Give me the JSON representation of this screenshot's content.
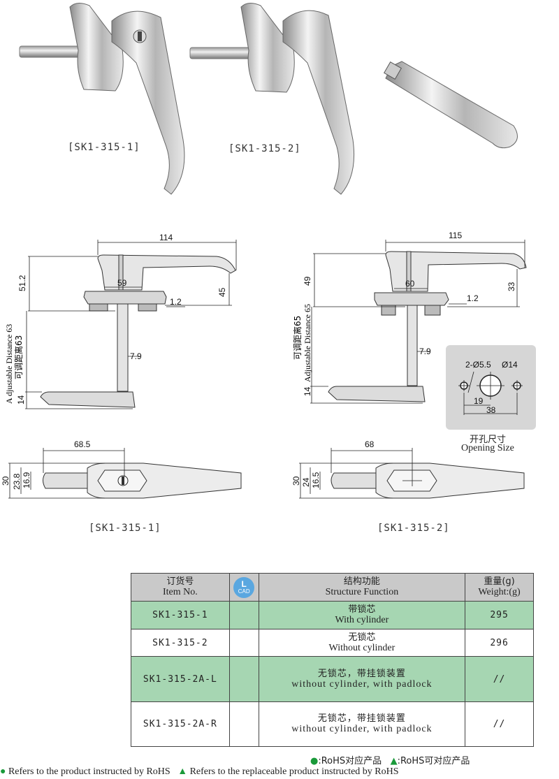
{
  "photos": {
    "labels": [
      "[SK1-315-1]",
      "[SK1-315-2]"
    ]
  },
  "drawing_left": {
    "dims": {
      "width": "114",
      "height": "51.2",
      "base": "59",
      "drop": "45",
      "plate": "1.2",
      "shaft": "7.9",
      "cam": "14"
    },
    "adjustable_en": "A djustable Distance 63",
    "adjustable_cn": "可调距离63",
    "top_view": {
      "len": "68.5",
      "h1": "30",
      "h2": "23.8",
      "h3": "16.9"
    },
    "label": "[SK1-315-1]"
  },
  "drawing_right": {
    "dims": {
      "width": "115",
      "height": "49",
      "base": "60",
      "drop": "33",
      "plate": "1.2",
      "shaft": "7.9",
      "cam": "14"
    },
    "adjustable_en": "Adjustable Distance 65",
    "adjustable_cn": "可调距离65",
    "top_view": {
      "len": "68",
      "h1": "30",
      "h2": "24",
      "h3": "16.5"
    },
    "label": "[SK1-315-2]"
  },
  "opening": {
    "holes": "2-Ø5.5",
    "center": "Ø14",
    "d1": "19",
    "d2": "38",
    "title_cn": "开孔尺寸",
    "title_en": "Opening Size"
  },
  "table": {
    "headers": {
      "item_cn": "订货号",
      "item_en": "Item No.",
      "struct_cn": "结构功能",
      "struct_en": "Structure Function",
      "weight_cn": "重量(g)",
      "weight_en": "Weight:(g)",
      "cad_badge": "CAD"
    },
    "rows": [
      {
        "item": "SK1-315-1",
        "cn": "带锁芯",
        "en": "With cylinder",
        "weight": "295"
      },
      {
        "item": "SK1-315-2",
        "cn": "无锁芯",
        "en": "Without cylinder",
        "weight": "296"
      },
      {
        "item": "SK1-315-2A-L",
        "cn": "无锁芯，带挂锁装置",
        "en": "without cylinder, with padlock",
        "weight": "//"
      },
      {
        "item": "SK1-315-2A-R",
        "cn": "无锁芯，带挂锁装置",
        "en": "without cylinder, with padlock",
        "weight": "//"
      }
    ],
    "row_colors": [
      "#a6d6b2",
      "#ffffff",
      "#a6d6b2",
      "#ffffff"
    ]
  },
  "legend": {
    "rohs_cn": ":RoHS对应产品",
    "replaceable_cn": ":RoHS可对应产品",
    "rohs_en": "Refers to the product instructed by RoHS",
    "replaceable_en": "Refers to the replaceable product instructed by RoHS",
    "circle_color": "#1a9a3a",
    "triangle_color": "#1a9a3a"
  }
}
